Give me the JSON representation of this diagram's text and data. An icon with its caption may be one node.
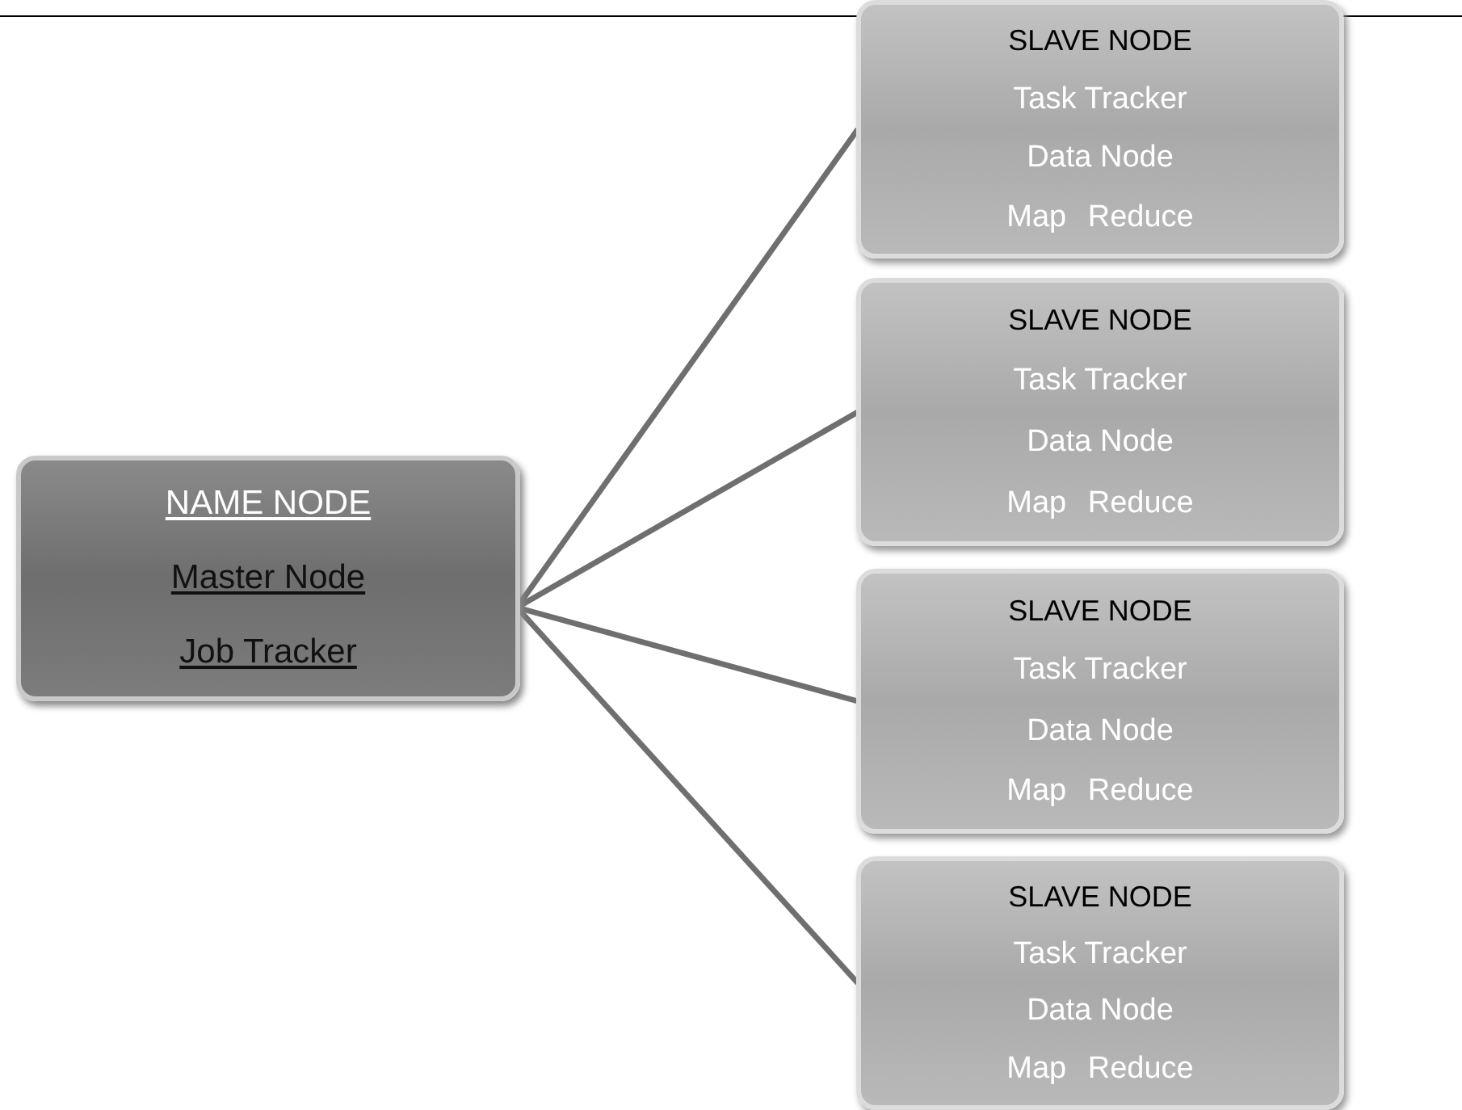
{
  "diagram": {
    "nodes": [
      {
        "text": [
          "NAME NODE",
          "Master Node",
          "Job Tracker"
        ]
      },
      {
        "text": [
          "SLAVE NODE",
          "Task Tracker",
          "Data Node",
          "Map Reduce"
        ]
      },
      {
        "text": [
          "SLAVE NODE",
          "Task Tracker",
          "Data Node",
          "Map Reduce"
        ]
      },
      {
        "text": [
          "SLAVE NODE",
          "Task Tracker",
          "Data Node",
          "Map Reduce"
        ]
      },
      {
        "text": [
          "SLAVE NODE",
          "Task Tracker",
          "Data Node",
          "Map Reduce"
        ]
      }
    ],
    "edges": [
      {
        "from": 0,
        "to": 1,
        "arrow": "none"
      },
      {
        "from": 0,
        "to": 2,
        "arrow": "none"
      },
      {
        "from": 0,
        "to": 3,
        "arrow": "none"
      },
      {
        "from": 0,
        "to": 4,
        "arrow": "none"
      }
    ]
  }
}
